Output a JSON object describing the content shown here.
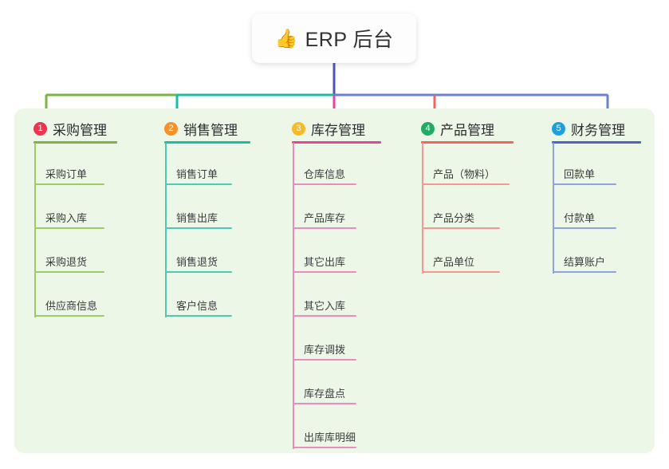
{
  "root": {
    "icon": "thumbs-up-icon",
    "icon_glyph": "👍",
    "title": "ERP 后台"
  },
  "palette": {
    "panel_bg": "#edf7e8",
    "page_bg": "#ffffff",
    "stem": "#4a55b8",
    "green": "#7cb342",
    "teal": "#16bfa5",
    "pink": "#e8429b",
    "red": "#f4635c",
    "blue": "#6b7fd4"
  },
  "columns": [
    {
      "index": "1",
      "badge_number": "1",
      "badge_color": "#e8374e",
      "line_color": "#7cb342",
      "leaf_line_color": "#9ccc65",
      "title": "采购管理",
      "items": [
        {
          "label": "采购订单"
        },
        {
          "label": "采购入库"
        },
        {
          "label": "采购退货"
        },
        {
          "label": "供应商信息"
        }
      ]
    },
    {
      "index": "2",
      "badge_number": "2",
      "badge_color": "#f5902b",
      "line_color": "#16bfa5",
      "leaf_line_color": "#4fc9b5",
      "title": "销售管理",
      "items": [
        {
          "label": "销售订单"
        },
        {
          "label": "销售出库"
        },
        {
          "label": "销售退货"
        },
        {
          "label": "客户信息"
        }
      ]
    },
    {
      "index": "3",
      "badge_number": "3",
      "badge_color": "#f6bb28",
      "line_color": "#e8429b",
      "leaf_line_color": "#eb8cc0",
      "title": "库存管理",
      "items": [
        {
          "label": "仓库信息"
        },
        {
          "label": "产品库存"
        },
        {
          "label": "其它出库"
        },
        {
          "label": "其它入库"
        },
        {
          "label": "库存调拨"
        },
        {
          "label": "库存盘点"
        },
        {
          "label": "出库库明细"
        }
      ]
    },
    {
      "index": "4",
      "badge_number": "4",
      "badge_color": "#22ab62",
      "line_color": "#f4635c",
      "leaf_line_color": "#f59891",
      "title": "产品管理",
      "items": [
        {
          "label": "产品（物料）"
        },
        {
          "label": "产品分类"
        },
        {
          "label": "产品单位"
        }
      ]
    },
    {
      "index": "5",
      "badge_number": "5",
      "badge_color": "#1e9fe0",
      "line_color": "#4a64c8",
      "leaf_line_color": "#8fa4dc",
      "title": "财务管理",
      "items": [
        {
          "label": "回款单"
        },
        {
          "label": "付款单"
        },
        {
          "label": "结算账户"
        }
      ]
    }
  ]
}
